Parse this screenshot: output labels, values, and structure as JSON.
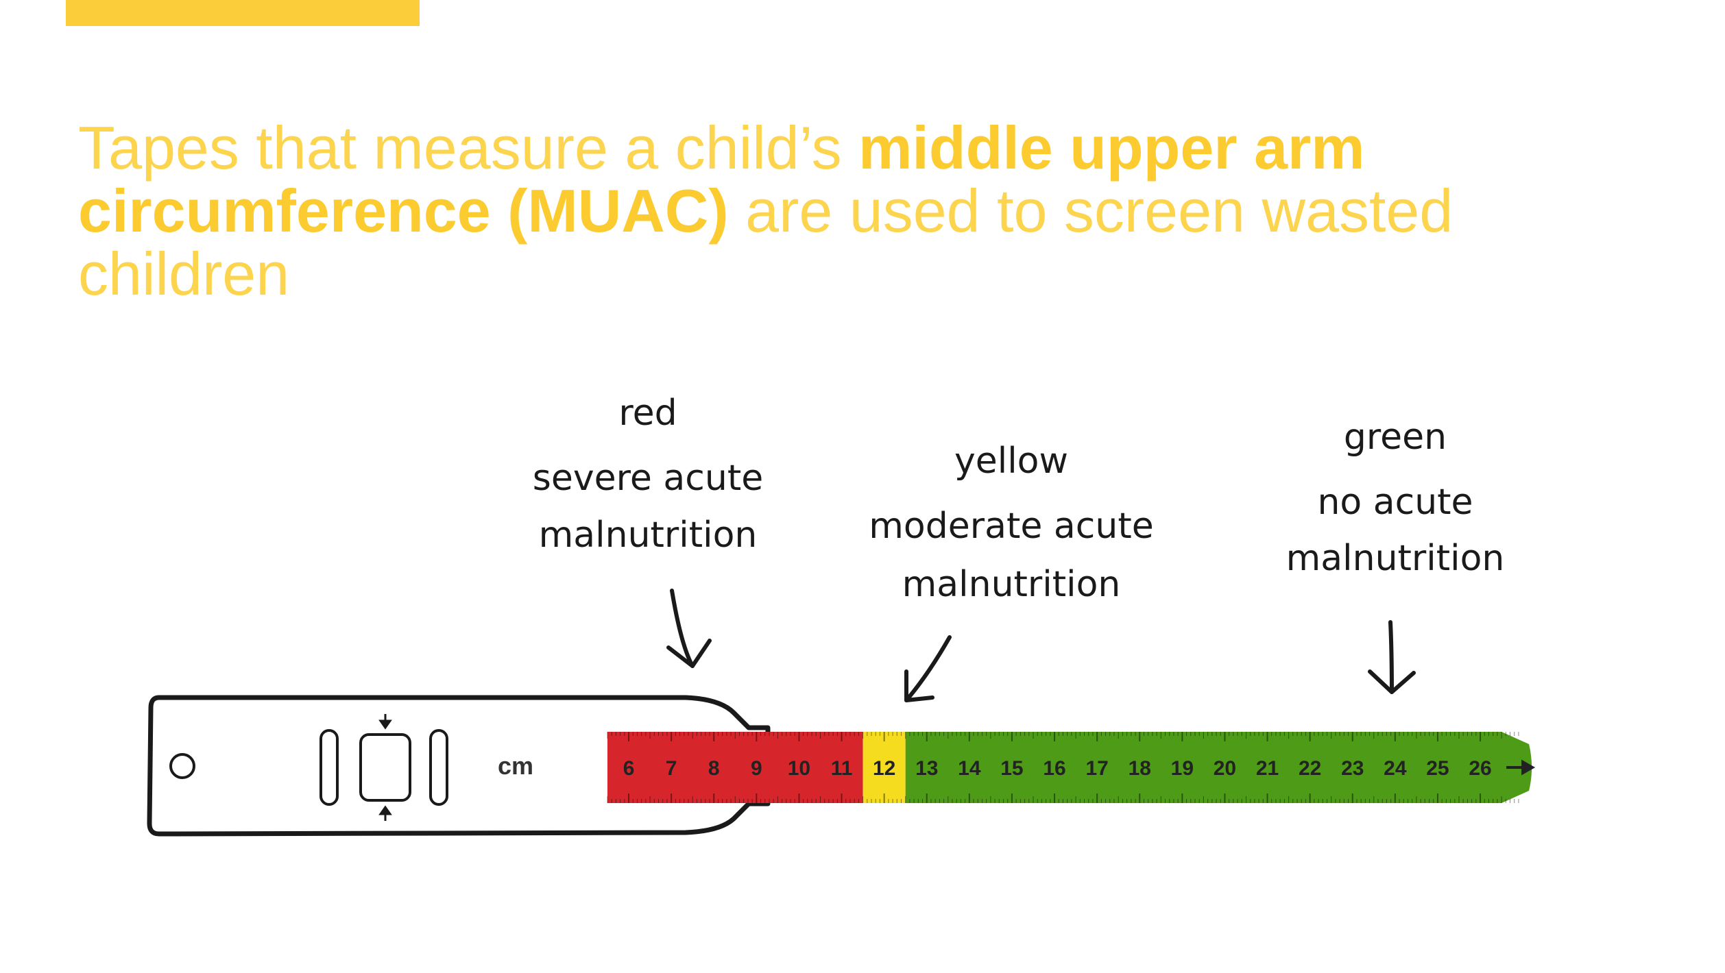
{
  "slide": {
    "title": {
      "part1": "Tapes that measure a child’s ",
      "bold": "middle upper arm circumference (MUAC)",
      "part2": " are used to screen wasted children"
    }
  },
  "tape": {
    "unit_label": "cm",
    "numbers": [
      "6",
      "7",
      "8",
      "9",
      "10",
      "11",
      "12",
      "13",
      "14",
      "15",
      "16",
      "17",
      "18",
      "19",
      "20",
      "21",
      "22",
      "23",
      "24",
      "25",
      "26"
    ],
    "zones": [
      {
        "color_name": "red",
        "lines": [
          "severe acute",
          "malnutrition"
        ],
        "hex": "#d7262b",
        "from": 5.5,
        "to": 11.5
      },
      {
        "color_name": "yellow",
        "lines": [
          "moderate acute",
          "malnutrition"
        ],
        "hex": "#f5dc1f",
        "from": 11.5,
        "to": 12.5
      },
      {
        "color_name": "green",
        "lines": [
          "no acute",
          "malnutrition"
        ],
        "hex": "#4e9b17",
        "from": 12.5,
        "to": 26.5
      }
    ]
  },
  "colors": {
    "accent": "#fccd3a",
    "title": "#fcd44d",
    "title_bold": "#fbcb30"
  }
}
